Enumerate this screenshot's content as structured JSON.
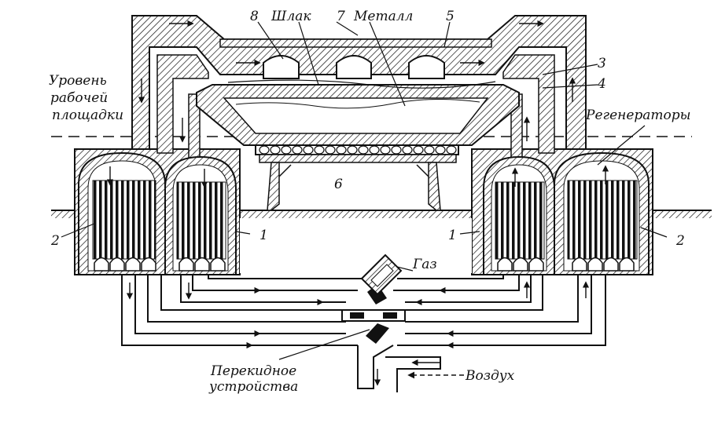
{
  "labels": {
    "slag": "Шлак",
    "metal": "Металл",
    "level_line1": "Уровень",
    "level_line2": "рабочей",
    "level_line3": "площадки",
    "regenerators": "Регенераторы",
    "gas": "Газ",
    "air": "Воздух",
    "switch_line1": "Перекидное",
    "switch_line2": "устройства",
    "n8": "8",
    "n7": "7",
    "n5": "5",
    "n3": "3",
    "n4": "4",
    "n6": "6",
    "n1_left": "1",
    "n1_right": "1",
    "n2_left": "2",
    "n2_right": "2"
  },
  "colors": {
    "ink": "#111111",
    "paper": "#ffffff"
  }
}
